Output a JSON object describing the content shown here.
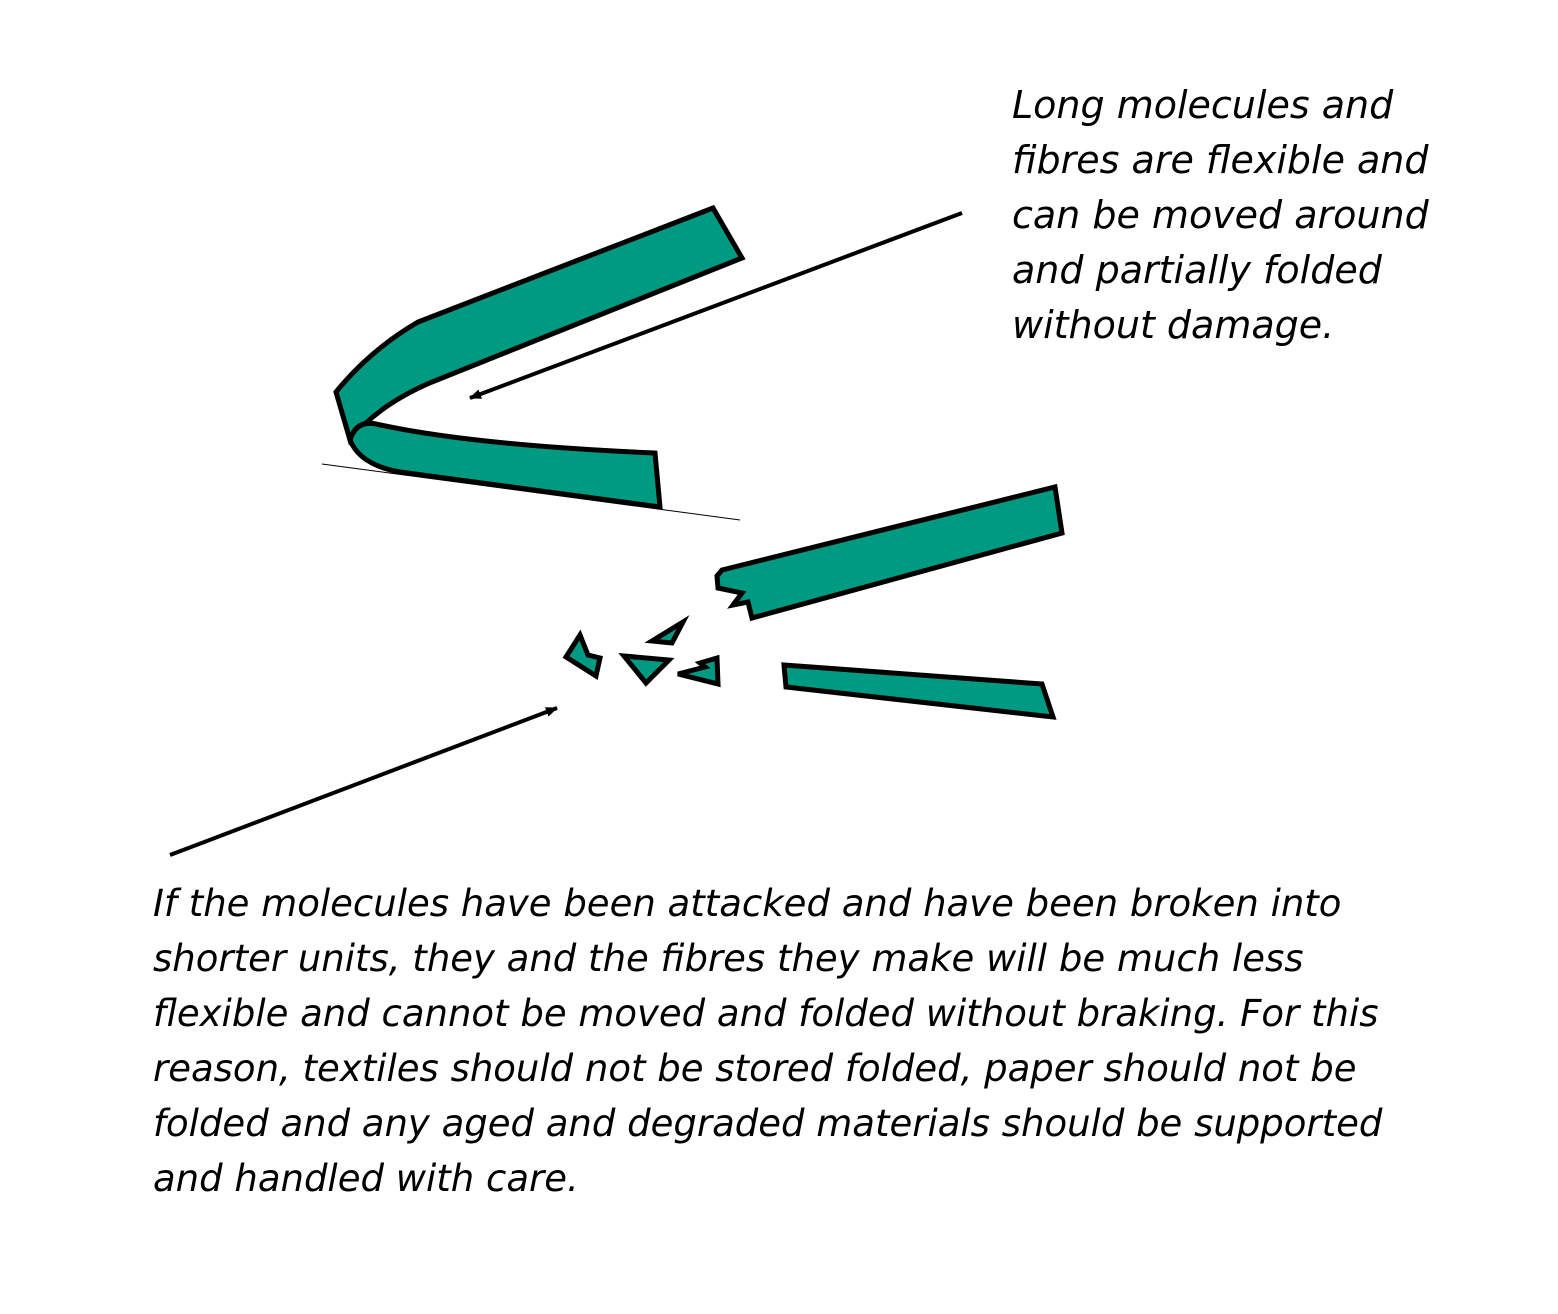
{
  "colors": {
    "fibre_fill": "#009982",
    "outline": "#000000",
    "background": "#ffffff"
  },
  "captions": {
    "top": {
      "lines": [
        "Long molecules and",
        "fibres are flexible and",
        "can be moved around",
        "and partially folded",
        "without damage."
      ]
    },
    "bottom": {
      "lines": [
        "If the molecules have been attacked and have been broken into",
        "shorter units, they and the fibres they make will be much less",
        "flexible and cannot be moved and folded without braking. For this",
        "reason, textiles should not be stored folded, paper should not be",
        "folded and any aged and degraded materials should be supported",
        "and handled with care."
      ]
    }
  }
}
